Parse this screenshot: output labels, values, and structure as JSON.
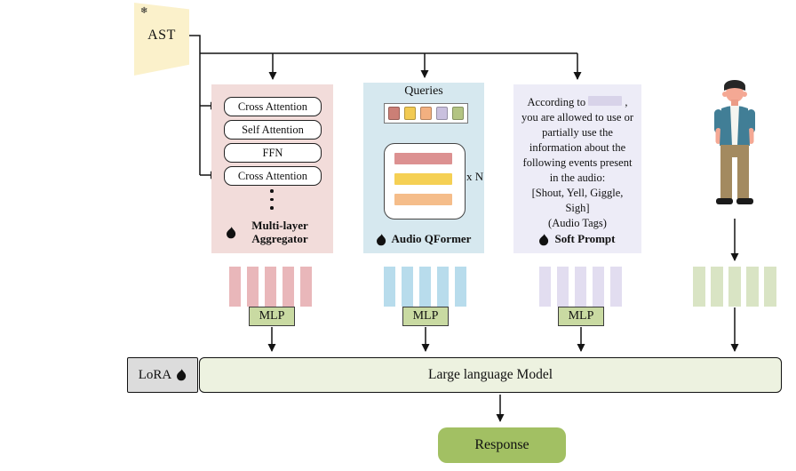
{
  "ast": {
    "label": "AST",
    "frozen_icon": "❄",
    "fill": "#fbf1cb"
  },
  "aggregator": {
    "caption": "Multi-layer Aggregator",
    "layers": [
      "Cross Attention",
      "Self Attention",
      "FFN",
      "Cross Attention"
    ],
    "fill": "#f2dcda"
  },
  "qformer": {
    "caption": "Audio QFormer",
    "queries_label": "Queries",
    "repeat_label": "x N",
    "fill": "#d6e8ef",
    "query_colors": [
      "#cb7f76",
      "#f2ca52",
      "#f2b080",
      "#c9c0de",
      "#b3c483"
    ],
    "layer_colors": [
      "#dc9191",
      "#f5d054",
      "#f5bd8a"
    ]
  },
  "soft_prompt": {
    "caption": "Soft Prompt",
    "fill": "#edecf7",
    "blank_fill": "#d8d3e9",
    "text_before": "According to",
    "text_after": " , you are allowed to use or partially use the information about the following events present in the audio:",
    "tags_line": "[Shout, Yell, Giggle,",
    "tags_line2": "Sigh]",
    "note_line": "(Audio Tags)"
  },
  "tokens": {
    "mlp_label": "MLP",
    "mlp_fill": "#c9daa2",
    "groups": [
      {
        "name": "aggregator audio tokens",
        "color": "#e9b7ba"
      },
      {
        "name": "qformer audio tokens",
        "color": "#b8dcec"
      },
      {
        "name": "soft prompt tokens",
        "color": "#e2ddf0"
      },
      {
        "name": "user text tokens",
        "color": "#d9e4c4"
      }
    ]
  },
  "llm": {
    "lora_label": "LoRA",
    "lora_fill": "#dcdcdc",
    "label": "Large language Model",
    "fill": "#edf2e0"
  },
  "response": {
    "label": "Response",
    "fill": "#a2c063"
  }
}
